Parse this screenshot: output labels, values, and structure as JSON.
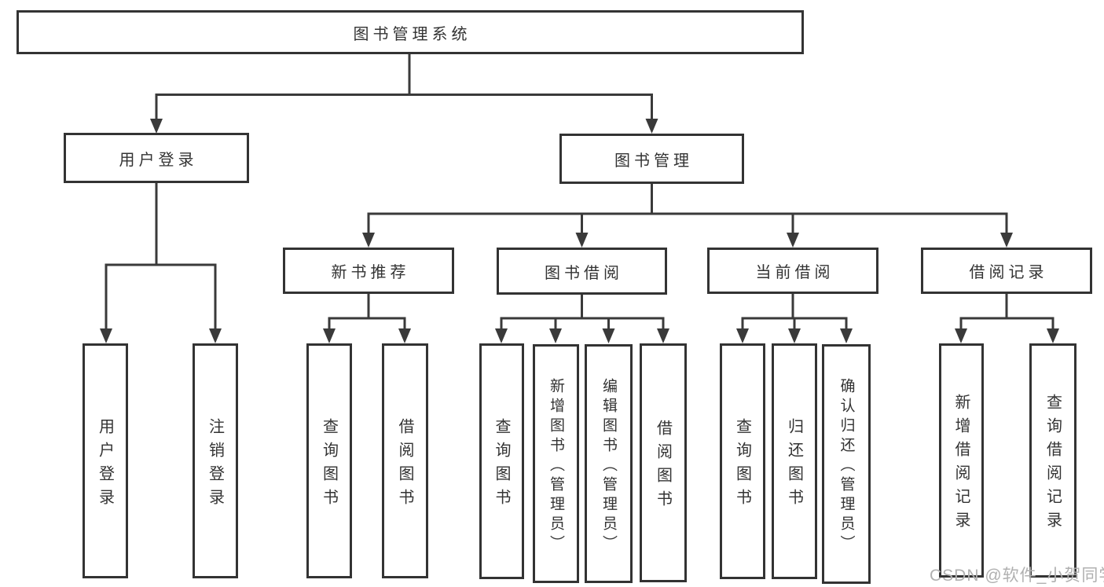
{
  "diagram": {
    "root": {
      "id": "library-system",
      "label": "图书管理系统"
    },
    "level2": [
      {
        "id": "user-login",
        "label": "用户登录"
      },
      {
        "id": "book-management",
        "label": "图书管理"
      }
    ],
    "level3": [
      {
        "id": "new-book-recommend",
        "label": "新书推荐",
        "parent": "book-management"
      },
      {
        "id": "book-borrow",
        "label": "图书借阅",
        "parent": "book-management"
      },
      {
        "id": "current-borrow",
        "label": "当前借阅",
        "parent": "book-management"
      },
      {
        "id": "borrow-records",
        "label": "借阅记录",
        "parent": "book-management"
      }
    ],
    "level4": [
      {
        "id": "user-login-leaf",
        "label": "用户登录",
        "parent": "user-login"
      },
      {
        "id": "logout-leaf",
        "label": "注销登录",
        "parent": "user-login"
      },
      {
        "id": "query-book-recommend",
        "label": "查询图书",
        "parent": "new-book-recommend"
      },
      {
        "id": "borrow-book-recommend",
        "label": "借阅图书",
        "parent": "new-book-recommend"
      },
      {
        "id": "query-book-borrow",
        "label": "查询图书",
        "parent": "book-borrow"
      },
      {
        "id": "add-book-admin",
        "label": "新增图书（管理员）",
        "parent": "book-borrow"
      },
      {
        "id": "edit-book-admin",
        "label": "编辑图书（管理员）",
        "parent": "book-borrow"
      },
      {
        "id": "borrow-book",
        "label": "借阅图书",
        "parent": "book-borrow"
      },
      {
        "id": "query-book-current",
        "label": "查询图书",
        "parent": "current-borrow"
      },
      {
        "id": "return-book",
        "label": "归还图书",
        "parent": "current-borrow"
      },
      {
        "id": "confirm-return-admin",
        "label": "确认归还（管理员）",
        "parent": "current-borrow"
      },
      {
        "id": "add-borrow-record",
        "label": "新增借阅记录",
        "parent": "borrow-records"
      },
      {
        "id": "query-borrow-record",
        "label": "查询借阅记录",
        "parent": "borrow-records"
      }
    ]
  },
  "watermark": {
    "text": "CSDN @软件_小贺同学"
  },
  "colors": {
    "line": "#3a3a3a",
    "border": "#333333",
    "text": "#333333",
    "watermark": "#b0b0b0",
    "background": "#ffffff"
  }
}
